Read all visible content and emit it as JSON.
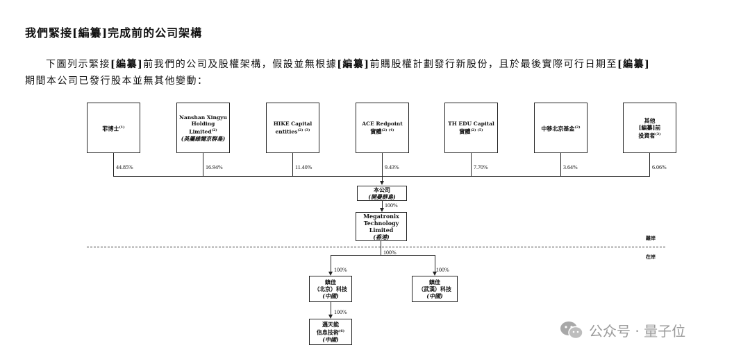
{
  "heading": "我們緊接[編纂]完成前的公司架構",
  "para1": {
    "a": "下圖列示緊接",
    "b": "[編纂]",
    "c": "前我們的公司及股權架構，假設並無根據",
    "d": "[編纂]",
    "e": "前購股權計劃發行新股份，且於最後實際可行日期至",
    "f": "[編纂]"
  },
  "para2": "期間本公司已發行股本並無其他變動：",
  "shareholders": [
    {
      "name": "菲博士",
      "note": "(1)",
      "pct": "44.85%"
    },
    {
      "name": "Nanshan Xingyu Holding Limited",
      "note": "(2)",
      "sub": "(英屬維爾京群島)",
      "pct": "16.94%"
    },
    {
      "name": "HIKE Capital entities",
      "note": "(2) (3)",
      "pct": "11.40%"
    },
    {
      "name": "ACE Redpoint",
      "sub2": "實體",
      "note": "(2) (4)",
      "pct": "9.43%"
    },
    {
      "name": "TH EDU Capital",
      "sub2": "實體",
      "note": "(2) (5)",
      "pct": "7.70%"
    },
    {
      "name": "中移北京基金",
      "note": "(2)",
      "pct": "3.64%"
    },
    {
      "name": "其他",
      "sub2": "[編纂]前",
      "sub3": "投資者",
      "note": "(2)",
      "pct": "6.06%"
    }
  ],
  "company": {
    "name": "本公司",
    "sub": "(開曼群島)"
  },
  "pct_company_mega": "100%",
  "mega": {
    "l1": "Megatronix",
    "l2": "Technology",
    "l3": "Limited",
    "sub": "(香港)"
  },
  "offshore": "離岸",
  "onshore": "在岸",
  "pct_mega_down": "100%",
  "sub_bj": {
    "l1": "鎮佳",
    "l2": "（北京）科技",
    "sub": "(中國)",
    "pct": "100%"
  },
  "sub_wh": {
    "l1": "鎮佳",
    "l2": "（武漢）科技",
    "sub": "(中國)",
    "pct": "100%"
  },
  "sub_lt": {
    "l1": "邁天能",
    "l2": "信息技術",
    "note": "(6)",
    "sub": "(中國)",
    "pct": "100%"
  },
  "watermark": "公众号 · 量子位"
}
